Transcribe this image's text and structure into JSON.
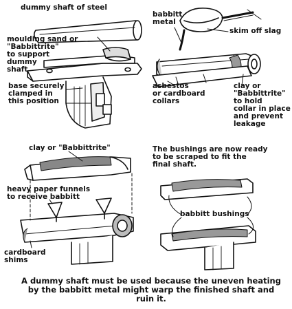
{
  "panel1": {
    "dummy_shaft": "dummy shaft of steel",
    "moulding_sand": "moulding sand or\n\"Babbittrite\"\nto support\ndummy\nshaft",
    "base_clamped": "base securely\nclamped in\nthis position"
  },
  "panel2": {
    "babbitt_metal": "babbitt\nmetal",
    "skim_slag": "skim off slag",
    "asbestos": "asbestos\nor cardboard\ncollars",
    "clay_hold": "clay or\n\"Babbittrite\"\nto hold\ncollar in place\nand prevent\nleakage"
  },
  "panel3": {
    "clay": "clay or \"Babbittrite\"",
    "paper_funnels": "heavy paper funnels\nto receive babbitt",
    "cardboard_shims": "cardboard\nshims"
  },
  "panel4": {
    "bushings_ready": "The bushings are now ready\nto be scraped to fit the\nfinal shaft.",
    "babbitt_bushings": "babbitt bushings"
  },
  "caption": "A dummy shaft must be used because the uneven heating by the babbitt metal might warp the finished shaft and ruin it."
}
